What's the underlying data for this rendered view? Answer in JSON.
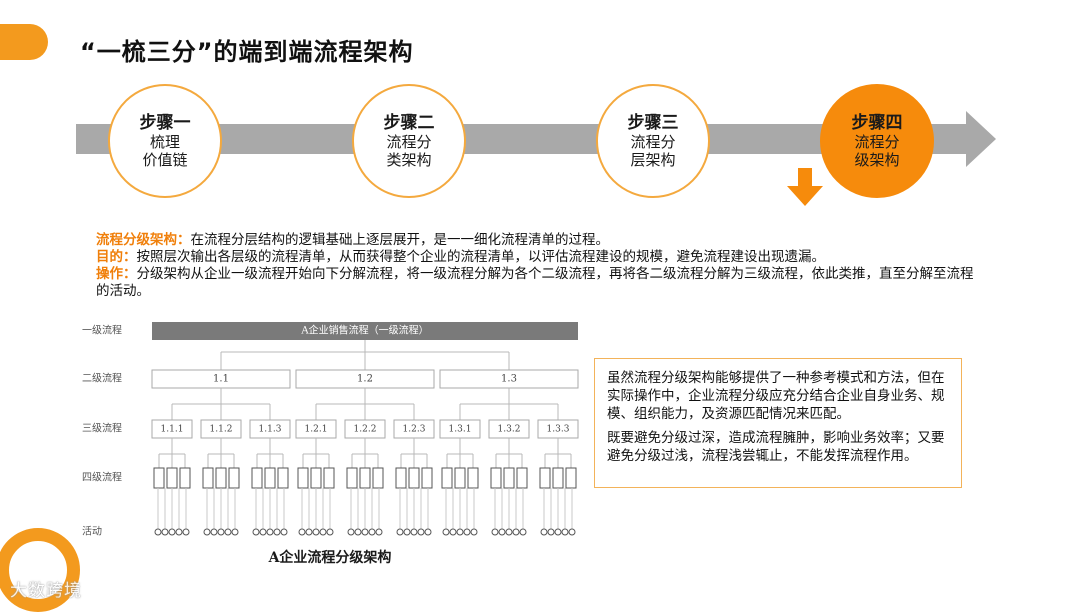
{
  "header": {
    "title": "“一梳三分”的端到端流程架构"
  },
  "steps": [
    {
      "title": "步骤一",
      "desc1": "梳理",
      "desc2": "价值链"
    },
    {
      "title": "步骤二",
      "desc1": "流程分",
      "desc2": "类架构"
    },
    {
      "title": "步骤三",
      "desc1": "流程分",
      "desc2": "层架构"
    },
    {
      "title": "步骤四",
      "desc1": "流程分",
      "desc2": "级架构"
    }
  ],
  "definitions": {
    "line1_label": "流程分级架构：",
    "line1_text": "在流程分层结构的逻辑基础上逐层展开，是一一细化流程清单的过程。",
    "line2_label": "目的：",
    "line2_text": "按照层次输出各层级的流程清单，从而获得整个企业的流程清单，以评估流程建设的规模，避免流程建设出现遗漏。",
    "line3_label": "操作：",
    "line3_text": "分级架构从企业一级流程开始向下分解流程，将一级流程分解为各个二级流程，再将各二级流程分解为三级流程，依此类推，直至分解至流程的活动。"
  },
  "diagram": {
    "row_labels": [
      "一级流程",
      "二级流程",
      "三级流程",
      "四级流程",
      "活动"
    ],
    "level1": "A企业销售流程（一级流程）",
    "level2": [
      "1.1",
      "1.2",
      "1.3"
    ],
    "level3": [
      "1.1.1",
      "1.1.2",
      "1.1.3",
      "1.2.1",
      "1.2.2",
      "1.2.3",
      "1.3.1",
      "1.3.2",
      "1.3.3"
    ],
    "caption": "A企业流程分级架构"
  },
  "note": {
    "para1": "虽然流程分级架构能够提供了一种参考模式和方法，但在实际操作中，企业流程分级应充分结合企业自身业务、规模、组织能力，及资源匹配情况来匹配。",
    "para2": "既要避免分级过深，造成流程臃肿，影响业务效率；又要避免分级过浅，流程浅尝辄止，不能发挥流程作用。"
  },
  "brand": {
    "watermark": "大数跨境"
  },
  "colors": {
    "accent": "#f68b0c",
    "arrow_gray": "#a9a9a9",
    "highlight_text": "#f07f0a"
  }
}
